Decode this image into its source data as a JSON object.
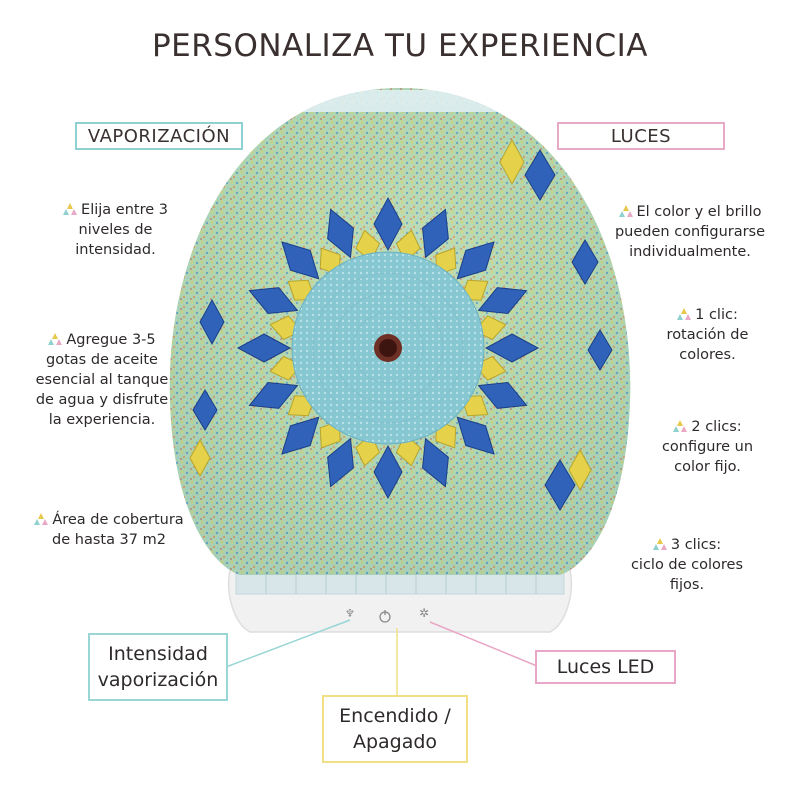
{
  "title": "PERSONALIZA TU EXPERIENCIA",
  "sections": {
    "vapor": "VAPORIZACIÓN",
    "luces": "LUCES"
  },
  "vapor_points": [
    [
      "Elija entre 3",
      "niveles de",
      "intensidad."
    ],
    [
      "Agregue 3-5",
      "gotas de aceite",
      "esencial al tanque",
      "de agua y disfrute",
      "la experiencia."
    ],
    [
      "Área de cobertura",
      "de hasta 37 m2"
    ]
  ],
  "luces_points": [
    [
      "El color y el brillo",
      "pueden configurarse",
      "individualmente."
    ],
    [
      "1 clic:",
      "rotación de",
      "colores."
    ],
    [
      "2 clics:",
      "configure un",
      "color fijo."
    ],
    [
      "3 clics:",
      "ciclo de colores",
      "fijos."
    ]
  ],
  "callouts": {
    "intensidad": [
      "Intensidad",
      "vaporización"
    ],
    "luces_led": "Luces LED",
    "encendido": [
      "Encendido /",
      "Apagado"
    ]
  },
  "colors": {
    "vapor_accent": "#8fd0d0",
    "luces_accent": "#e7a9c6",
    "encendido_accent": "#f0e083"
  },
  "icons": {
    "intensidad": "mist-icon",
    "power": "power-icon",
    "light": "light-icon",
    "bullet": "sparkle-icon"
  }
}
